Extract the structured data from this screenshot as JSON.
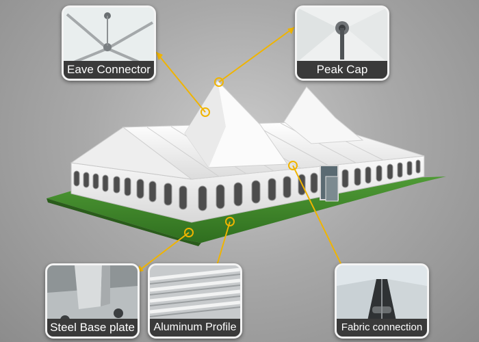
{
  "labels": {
    "eave_connector": "Eave Connector",
    "peak_cap": "Peak Cap",
    "steel_base_plate": "Steel Base plate",
    "aluminum_profile": "Aluminum Profile",
    "fabric_connection": "Fabric connection"
  },
  "colors": {
    "callout": "#f0b400",
    "caption_bg": "#3a3a3a",
    "grass": "#3f8a2c",
    "tent_white": "#f6f6f6"
  }
}
